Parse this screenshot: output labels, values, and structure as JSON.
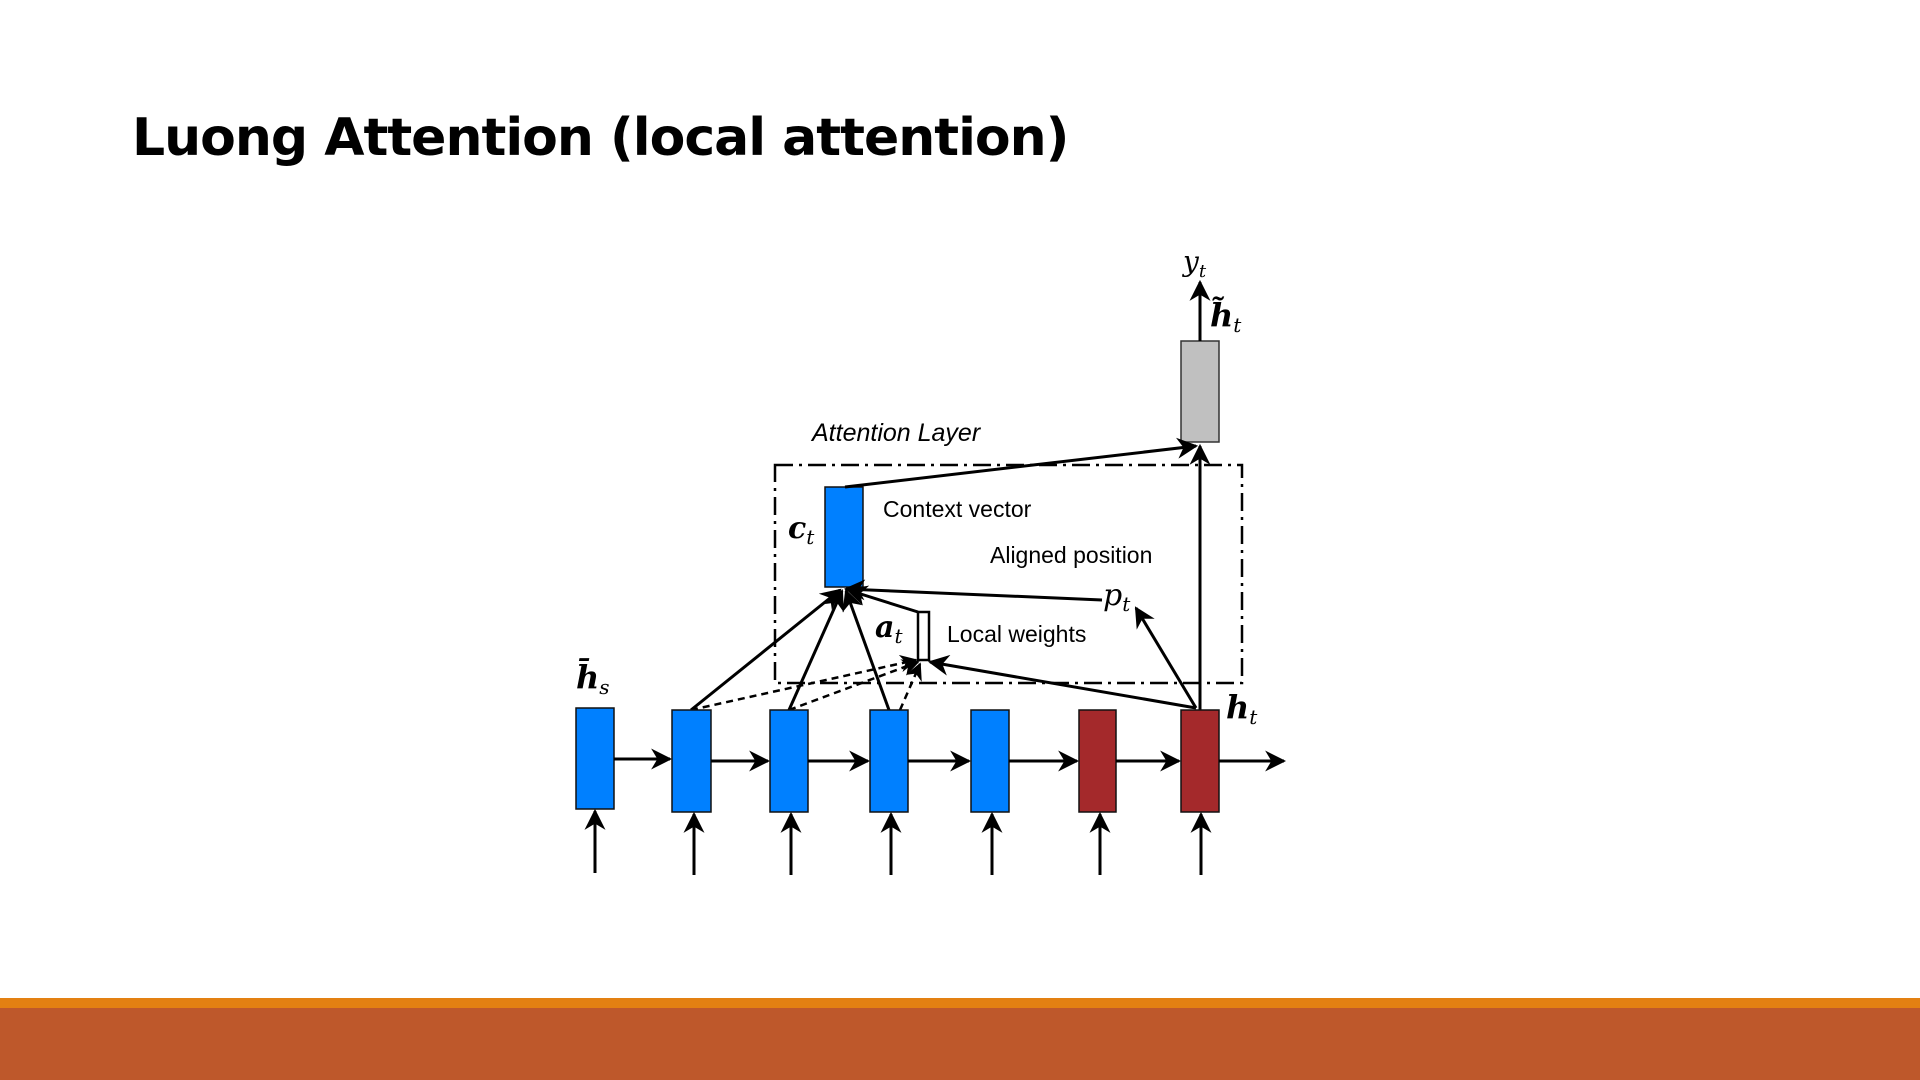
{
  "slide": {
    "title": "Luong Attention (local attention)"
  },
  "diagram": {
    "labels": {
      "attention_layer": "Attention Layer",
      "context_vector": "Context vector",
      "aligned_position": "Aligned position",
      "local_weights": "Local weights",
      "y_t": "y",
      "y_t_sub": "t",
      "h_tilde_t": "h̃",
      "h_tilde_t_sub": "t",
      "c_t": "c",
      "c_t_sub": "t",
      "p_t": "p",
      "p_t_sub": "t",
      "a_t": "a",
      "a_t_sub": "t",
      "h_bar_s": "h̄",
      "h_bar_s_sub": "s",
      "h_t": "h",
      "h_t_sub": "t"
    },
    "source_states": 5,
    "target_states": 2,
    "colors": {
      "source_state": "#0080FF",
      "target_state": "#A4292B",
      "output_state": "#C0C0C0",
      "stroke": "#000000"
    }
  },
  "footer": {
    "accent_color": "#E38012",
    "bar_color": "#BE582B"
  }
}
